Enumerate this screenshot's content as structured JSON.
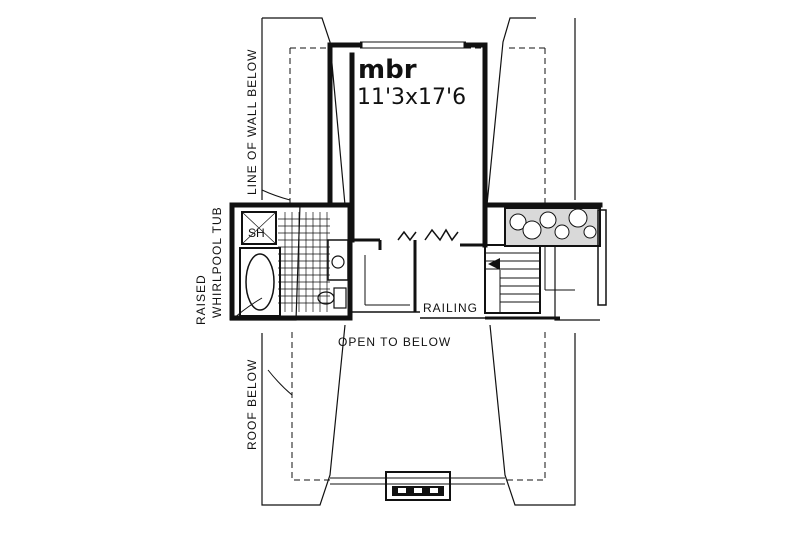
{
  "rooms": {
    "master_bedroom": {
      "name": "mbr",
      "size": "11'3x17'6"
    },
    "shower": "SH"
  },
  "annotations": {
    "line_of_wall_below": "LINE OF WALL BELOW",
    "raised_whirlpool_tub_line1": "RAISED",
    "raised_whirlpool_tub_line2": "WHIRLPOOL TUB",
    "railing": "RAILING",
    "open_to_below": "OPEN TO BELOW",
    "roof_below": "ROOF BELOW"
  },
  "colors": {
    "ink": "#111111",
    "paper": "#ffffff",
    "planter_fill": "#d9d9d9"
  }
}
